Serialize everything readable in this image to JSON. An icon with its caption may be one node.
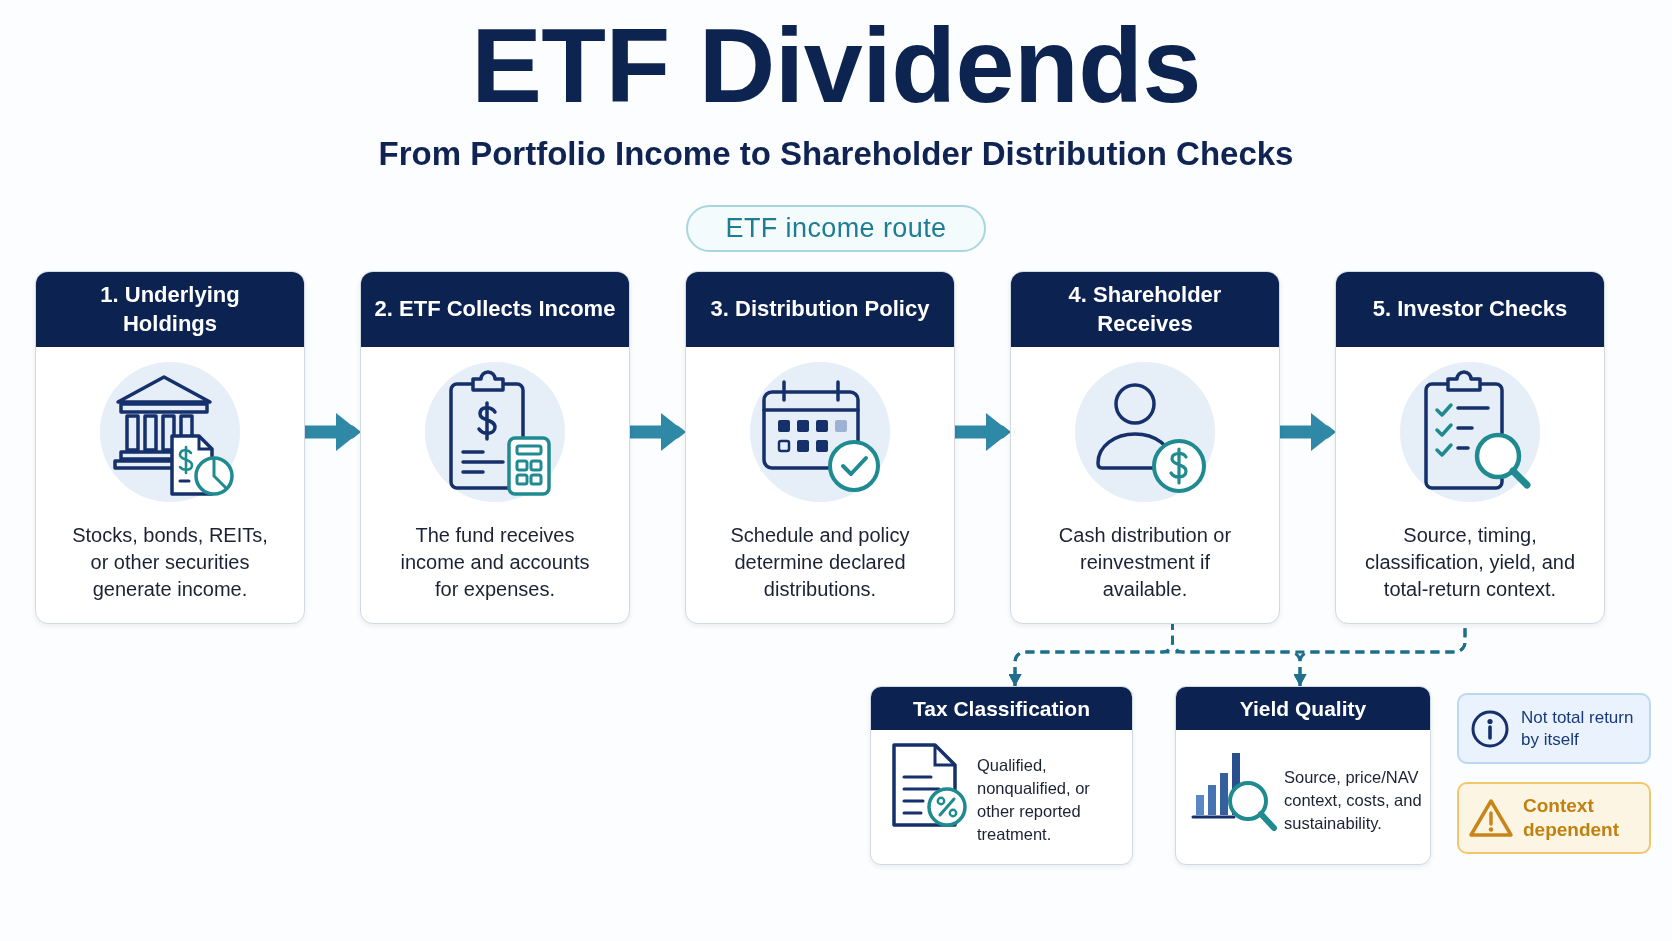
{
  "diagram": {
    "title": "ETF Dividends",
    "nodes": [
      {
        "text": [
          "ETF income route"
        ]
      },
      {
        "text": [
          "1. Underlying Holdings",
          "Stocks, bonds, REITs, or other securities generate income."
        ]
      },
      {
        "text": [
          "2. ETF Collects Income",
          "The fund receives income and accounts for expenses."
        ]
      },
      {
        "text": [
          "3. Distribution Policy",
          "Schedule and policy determine declared distributions."
        ]
      },
      {
        "text": [
          "4. Shareholder Receives",
          "Cash distribution or reinvestment if available."
        ]
      },
      {
        "text": [
          "5. Investor Checks",
          "Source, timing, classification, yield, and total-return context."
        ]
      },
      {
        "text": [
          "Tax Classification",
          "Qualified, nonqualified, or other reported treatment."
        ]
      },
      {
        "text": [
          "Yield Quality",
          "Source, price/NAV context, costs, and sustainability."
        ]
      },
      {
        "text": [
          "Not total return by itself"
        ]
      },
      {
        "text": [
          "Context dependent"
        ]
      }
    ],
    "edges": [
      {
        "from": 1,
        "to": 2,
        "arrow": "to",
        "style": "thick"
      },
      {
        "from": 2,
        "to": 3,
        "arrow": "to",
        "style": "thick"
      },
      {
        "from": 3,
        "to": 4,
        "arrow": "to",
        "style": "thick"
      },
      {
        "from": 4,
        "to": 5,
        "arrow": "to",
        "style": "thick"
      },
      {
        "from": 4,
        "to": 6,
        "arrow": "to",
        "style": "dashed"
      },
      {
        "from": 4,
        "to": 7,
        "arrow": "to",
        "style": "dashed"
      },
      {
        "from": 5,
        "to": 6,
        "arrow": "to",
        "style": "dashed"
      },
      {
        "from": 5,
        "to": 7,
        "arrow": "to",
        "style": "dashed"
      }
    ],
    "labels": [
      "From Portfolio Income to Shareholder Distribution Checks"
    ]
  }
}
